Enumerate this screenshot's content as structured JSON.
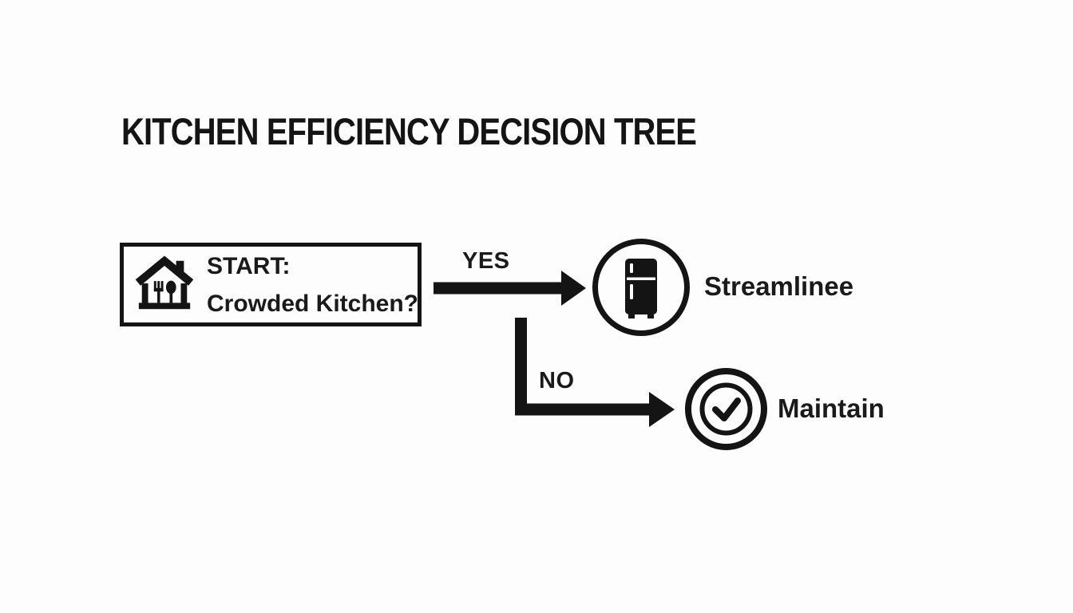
{
  "title": "KITCHEN EFFICIENCY DECISION TREE",
  "colors": {
    "ink": "#141414",
    "background": "#fdfdfd"
  },
  "diagram": {
    "start": {
      "line1": "START:",
      "line2": "Crowded Kitchen?",
      "icon": "house-utensils-icon"
    },
    "branches": [
      {
        "label": "YES",
        "target": "Streamlinee",
        "icon": "refrigerator-icon"
      },
      {
        "label": "NO",
        "target": "Maintain",
        "icon": "check-circle-icon"
      }
    ]
  }
}
